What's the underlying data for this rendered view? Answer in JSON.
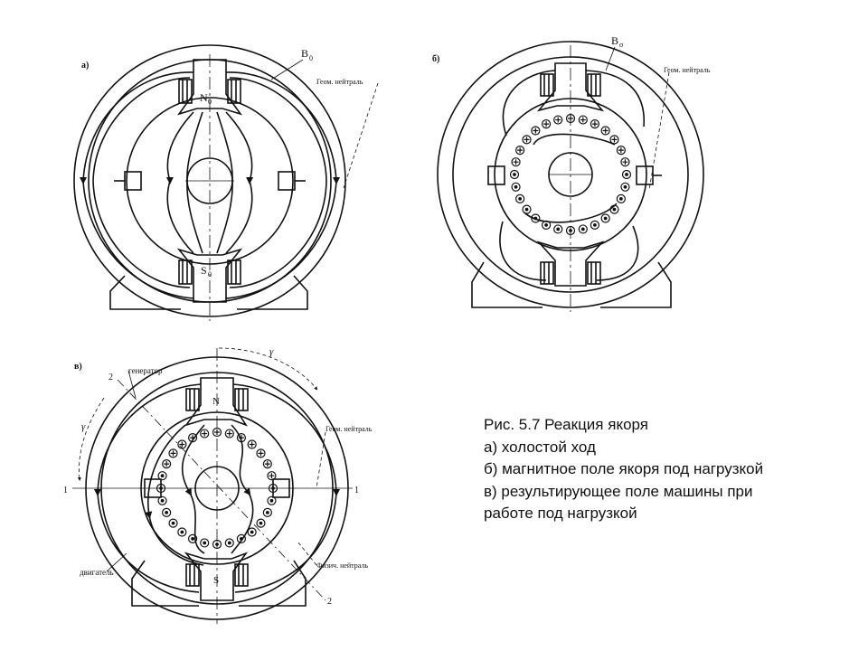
{
  "caption": {
    "title": "Рис. 5.7 Реакция якоря",
    "line_a": "а) холостой ход",
    "line_b": "б) магнитное поле якоря под нагрузкой",
    "line_c": "в) результирующее поле машины при",
    "line_d": "работе под нагрузкой"
  },
  "diagram_a": {
    "label": "а)",
    "flux_label": "B",
    "flux_sub": "0",
    "neutral_label": "Геом. нейтраль",
    "north_pole": "N",
    "north_sub": "0",
    "south_pole": "S",
    "south_sub": "0"
  },
  "diagram_b": {
    "label": "б)",
    "flux_label": "B",
    "flux_sub": "σ",
    "neutral_label": "Геом. нейтраль"
  },
  "diagram_c": {
    "label": "в)",
    "generator_label": "генератор",
    "motor_label": "двигатель",
    "geo_neutral_label": "Геом. нейтраль",
    "phys_neutral_label": "Физич. нейтраль",
    "axis_1_left": "1",
    "axis_1_right": "1",
    "axis_2_top": "2",
    "axis_2_bottom": "2",
    "gamma_top": "γ",
    "gamma_left": "γ",
    "north_pole": "N",
    "south_pole": "S"
  },
  "colors": {
    "line": "#111111",
    "background": "#ffffff"
  }
}
